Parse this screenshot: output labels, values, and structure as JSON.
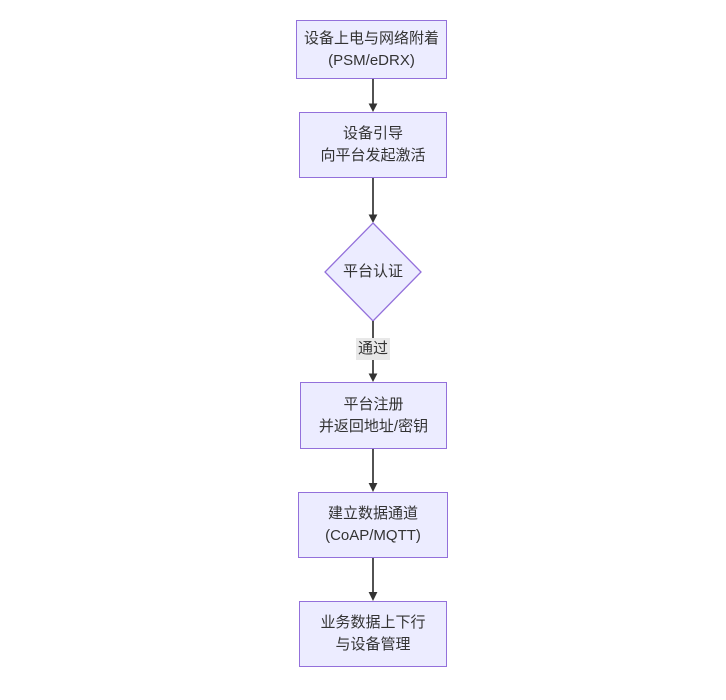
{
  "diagram": {
    "type": "flowchart",
    "direction": "top-down",
    "colors": {
      "node_fill": "#ECECFF",
      "node_border": "#9370DB",
      "line": "#333333",
      "text": "#333333",
      "edge_label_bg": "#e8e8e8",
      "background": "#ffffff"
    },
    "nodes": [
      {
        "id": "power-attach",
        "shape": "rect",
        "line1": "设备上电与网络附着",
        "line2": "(PSM/eDRX)"
      },
      {
        "id": "bootstrap",
        "shape": "rect",
        "line1": "设备引导",
        "line2": "向平台发起激活"
      },
      {
        "id": "platform-auth",
        "shape": "diamond",
        "line1": "平台认证"
      },
      {
        "id": "platform-register",
        "shape": "rect",
        "line1": "平台注册",
        "line2": "并返回地址/密钥"
      },
      {
        "id": "data-channel",
        "shape": "rect",
        "line1": "建立数据通道",
        "line2": "(CoAP/MQTT)"
      },
      {
        "id": "business-data",
        "shape": "rect",
        "line1": "业务数据上下行",
        "line2": "与设备管理"
      }
    ],
    "edges": [
      {
        "from": "power-attach",
        "to": "bootstrap",
        "label": ""
      },
      {
        "from": "bootstrap",
        "to": "platform-auth",
        "label": ""
      },
      {
        "from": "platform-auth",
        "to": "platform-register",
        "label": "通过"
      },
      {
        "from": "platform-register",
        "to": "data-channel",
        "label": ""
      },
      {
        "from": "data-channel",
        "to": "business-data",
        "label": ""
      }
    ]
  }
}
